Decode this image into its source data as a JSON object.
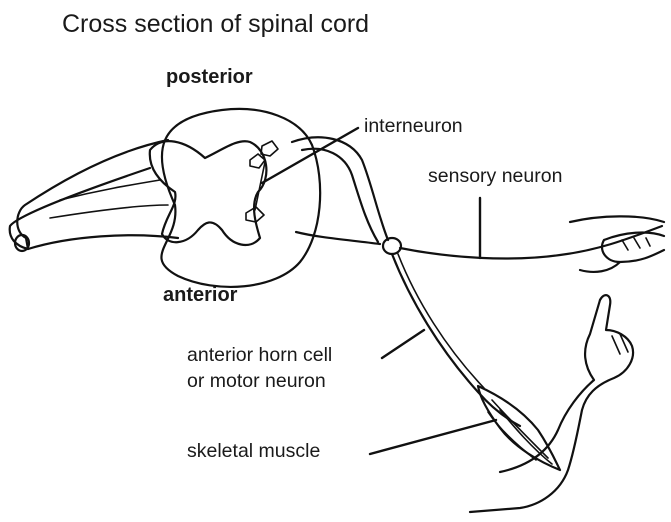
{
  "title": "Cross section of spinal cord",
  "labels": {
    "posterior": "posterior",
    "anterior": "anterior",
    "interneuron": "interneuron",
    "sensory_neuron": "sensory neuron",
    "motor_neuron_line1": "anterior horn cell",
    "motor_neuron_line2": "or motor neuron",
    "skeletal_muscle": "skeletal muscle"
  },
  "colors": {
    "ink": "#111111",
    "background": "#ffffff"
  }
}
